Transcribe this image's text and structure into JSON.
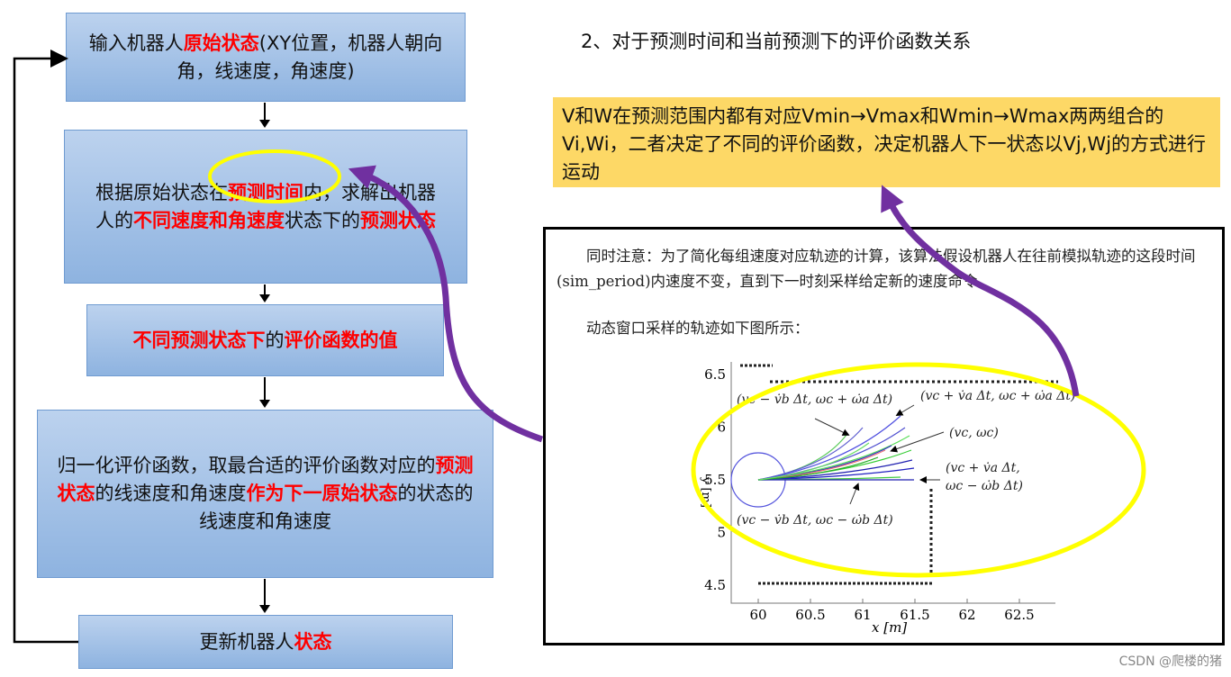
{
  "flow": {
    "box1": {
      "pre": "输入机器人",
      "red": "原始状态",
      "post": "(XY位置，机器人朝向角，线速度，角速度)"
    },
    "box2": {
      "t1": "根据原始状态在",
      "r1": "预测时间",
      "t2": "内，求解出机器人的",
      "r2": "不同速度和角速度",
      "t3": "状态下的",
      "r3": "预测状态"
    },
    "box3": {
      "r1": "不同预测状态下",
      "t1": "的",
      "r2": "评价函数的值"
    },
    "box4": {
      "t1": "归一化评价函数，取最合适的评价函数对应的",
      "r1": "预测状态",
      "t2": "的线速度和角速度",
      "r2": "作为下一原始状态",
      "t3": "的状态的线速度和角速度"
    },
    "box5": {
      "t1": "更新机器人",
      "r1": "状态"
    }
  },
  "right": {
    "title": "2、对于预测时间和当前预测下的评价函数关系",
    "note": "V和W在预测范围内都有对应Vmin→Vmax和Wmin→Wmax两两组合的Vi,Wi，二者决定了不同的评价函数，决定机器人下一状态以Vj,Wj的方式进行运动",
    "para1": "同时注意：为了简化每组速度对应轨迹的计算，该算法假设机器人在往前模拟轨迹的这段时间(sim_period)内速度不变，直到下一时刻采样给定新的速度命令。",
    "para2": "动态窗口采样的轨迹如下图所示："
  },
  "plot": {
    "xticks": [
      "60",
      "60.5",
      "61",
      "61.5",
      "62",
      "62.5"
    ],
    "yticks": [
      "6.5",
      "6",
      "5.5",
      "5",
      "4.5"
    ],
    "xlabel": "x [m]",
    "ylabel": "y [m]",
    "labels": {
      "a": "(vc − v̇b Δt, ωc + ω̇a Δt)",
      "b": "(vc + v̇a Δt, ωc + ω̇a Δt)",
      "c": "(vc, ωc)",
      "d1": "(vc + v̇a Δt,",
      "d2": "ωc − ω̇b Δt)",
      "e": "(vc − v̇b Δt, ωc − ω̇b Δt)"
    }
  },
  "colors": {
    "highlight_red": "#ff0000",
    "ellipse": "#ffff00",
    "arrow_purple": "#7030a0",
    "note_bg": "#fdd866"
  },
  "watermark": "CSDN @爬楼的猪"
}
